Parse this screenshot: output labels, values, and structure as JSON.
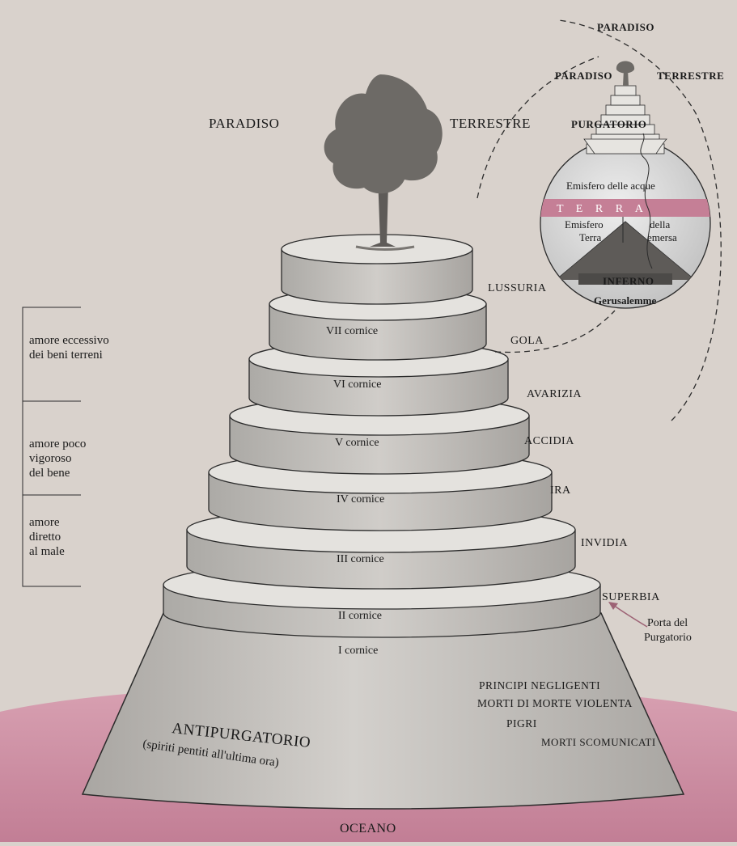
{
  "title_left": "PARADISO",
  "title_right": "TERRESTRE",
  "cornici": [
    "I cornice",
    "II cornice",
    "III cornice",
    "IV cornice",
    "V cornice",
    "VI cornice",
    "VII cornice"
  ],
  "sins": [
    "SUPERBIA",
    "INVIDIA",
    "IRA",
    "ACCIDIA",
    "AVARIZIA",
    "GOLA",
    "LUSSURIA"
  ],
  "loves": [
    {
      "lines": [
        "amore eccessivo",
        "dei beni terreni"
      ]
    },
    {
      "lines": [
        "amore poco",
        "vigoroso",
        "del bene"
      ]
    },
    {
      "lines": [
        "amore",
        "diretto",
        "al male"
      ]
    }
  ],
  "porta": [
    "Porta del",
    "Purgatorio"
  ],
  "antipurgatorio": {
    "title": "ANTIPURGATORIO",
    "subtitle": "(spiriti pentiti all'ultima ora)"
  },
  "antipurgatorio_groups": [
    "PRINCIPI NEGLIGENTI",
    "MORTI DI MORTE VIOLENTA",
    "PIGRI",
    "MORTI SCOMUNICATI"
  ],
  "ocean": "OCEANO",
  "inset": {
    "paradiso": "PARADISO",
    "paradiso_terrestre_left": "PARADISO",
    "paradiso_terrestre_right": "TERRESTRE",
    "purgatorio": "PURGATORIO",
    "emisfero_acque": "Emisfero delle acque",
    "terra": "T  E  R  R  A",
    "emisfero_terra_left": [
      "Emisfero",
      "Terra"
    ],
    "emisfero_terra_right": [
      "della",
      "emersa"
    ],
    "inferno": "INFERNO",
    "gerusalemme": "Gerusalemme"
  },
  "colors": {
    "page": "#d9d2cc",
    "sea": "#c27e95",
    "sea_light": "#d8a1b2",
    "tier_front": "#bfbcb8",
    "tier_top": "#e4e2de",
    "tree": "#6d6a66",
    "stroke": "#2b2b2b",
    "terra_band": "#c57f96"
  }
}
